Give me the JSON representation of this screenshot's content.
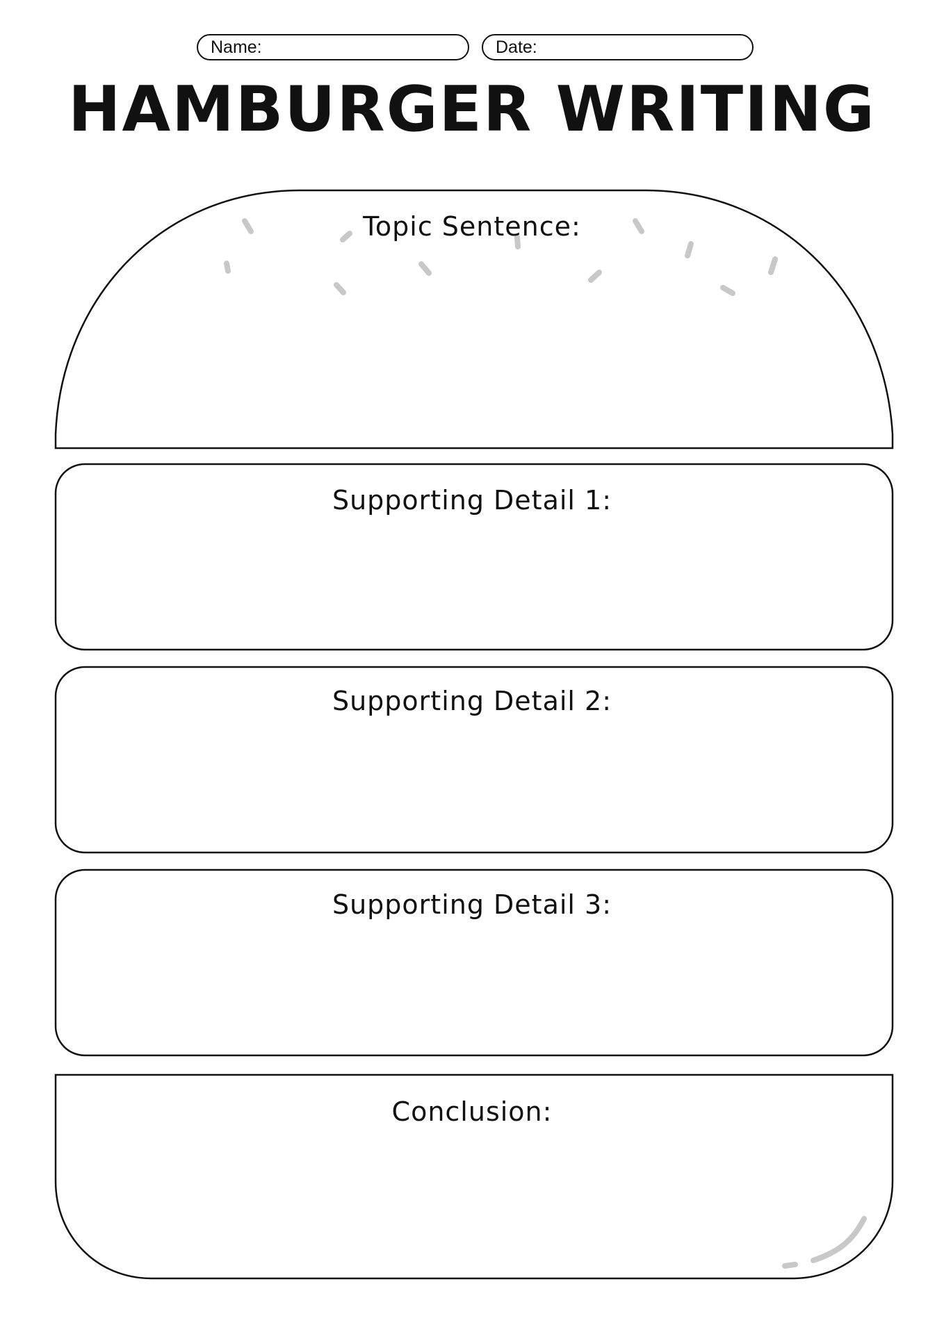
{
  "header": {
    "name_label": "Name:",
    "date_label": "Date:"
  },
  "title": "HAMBURGER WRITING",
  "sections": {
    "topic_sentence": "Topic Sentence:",
    "supporting_detail_1": "Supporting Detail 1:",
    "supporting_detail_2": "Supporting Detail 2:",
    "supporting_detail_3": "Supporting Detail 3:",
    "conclusion": "Conclusion:"
  },
  "colors": {
    "outline": "#111111",
    "sesame": "#c8c8c8",
    "background": "#ffffff"
  }
}
